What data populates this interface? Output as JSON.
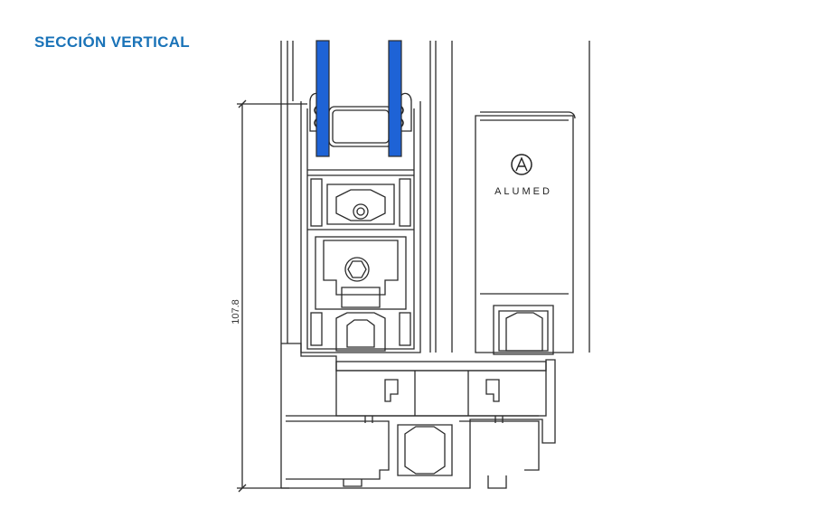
{
  "header": {
    "title": "SECCIÓN VERTICAL"
  },
  "dimension": {
    "label": "107.8"
  },
  "brand": {
    "name": "ALUMED",
    "icon": "alumed-logo-icon"
  },
  "colors": {
    "title": "#1a73b8",
    "glass": "#1e63d6",
    "line": "#2b2b2b",
    "fill": "#ffffff"
  }
}
